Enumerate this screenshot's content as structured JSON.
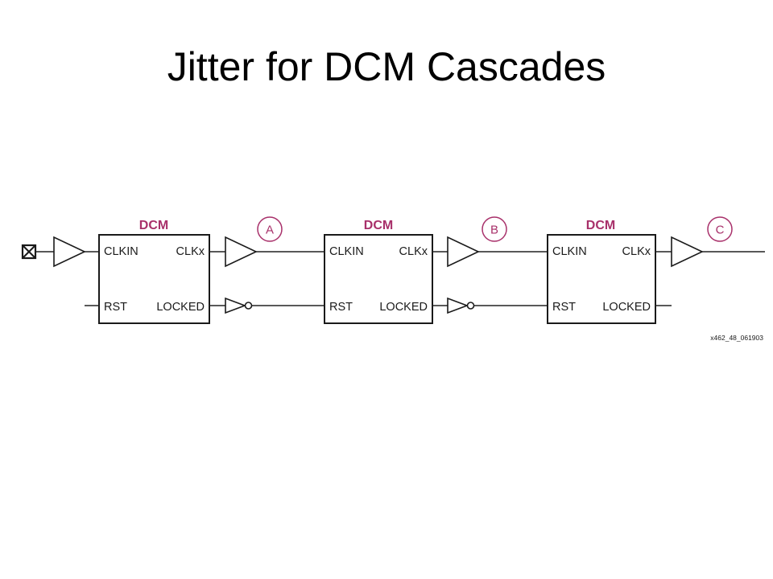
{
  "title": "Jitter for DCM Cascades",
  "colors": {
    "accent": "#a8306a",
    "line": "#1a1a1a",
    "background": "#ffffff"
  },
  "dcm_blocks": [
    {
      "title": "DCM",
      "clk_in": "CLKIN",
      "clk_out": "CLKx",
      "reset": "RST",
      "locked": "LOCKED"
    },
    {
      "title": "DCM",
      "clk_in": "CLKIN",
      "clk_out": "CLKx",
      "reset": "RST",
      "locked": "LOCKED"
    },
    {
      "title": "DCM",
      "clk_in": "CLKIN",
      "clk_out": "CLKx",
      "reset": "RST",
      "locked": "LOCKED"
    }
  ],
  "probes": [
    "A",
    "B",
    "C"
  ],
  "figure_id": "x462_48_061903",
  "icons": {
    "input_pad": "input-pad-icon",
    "buffer": "buffer-icon",
    "inverter": "inverter-icon"
  }
}
